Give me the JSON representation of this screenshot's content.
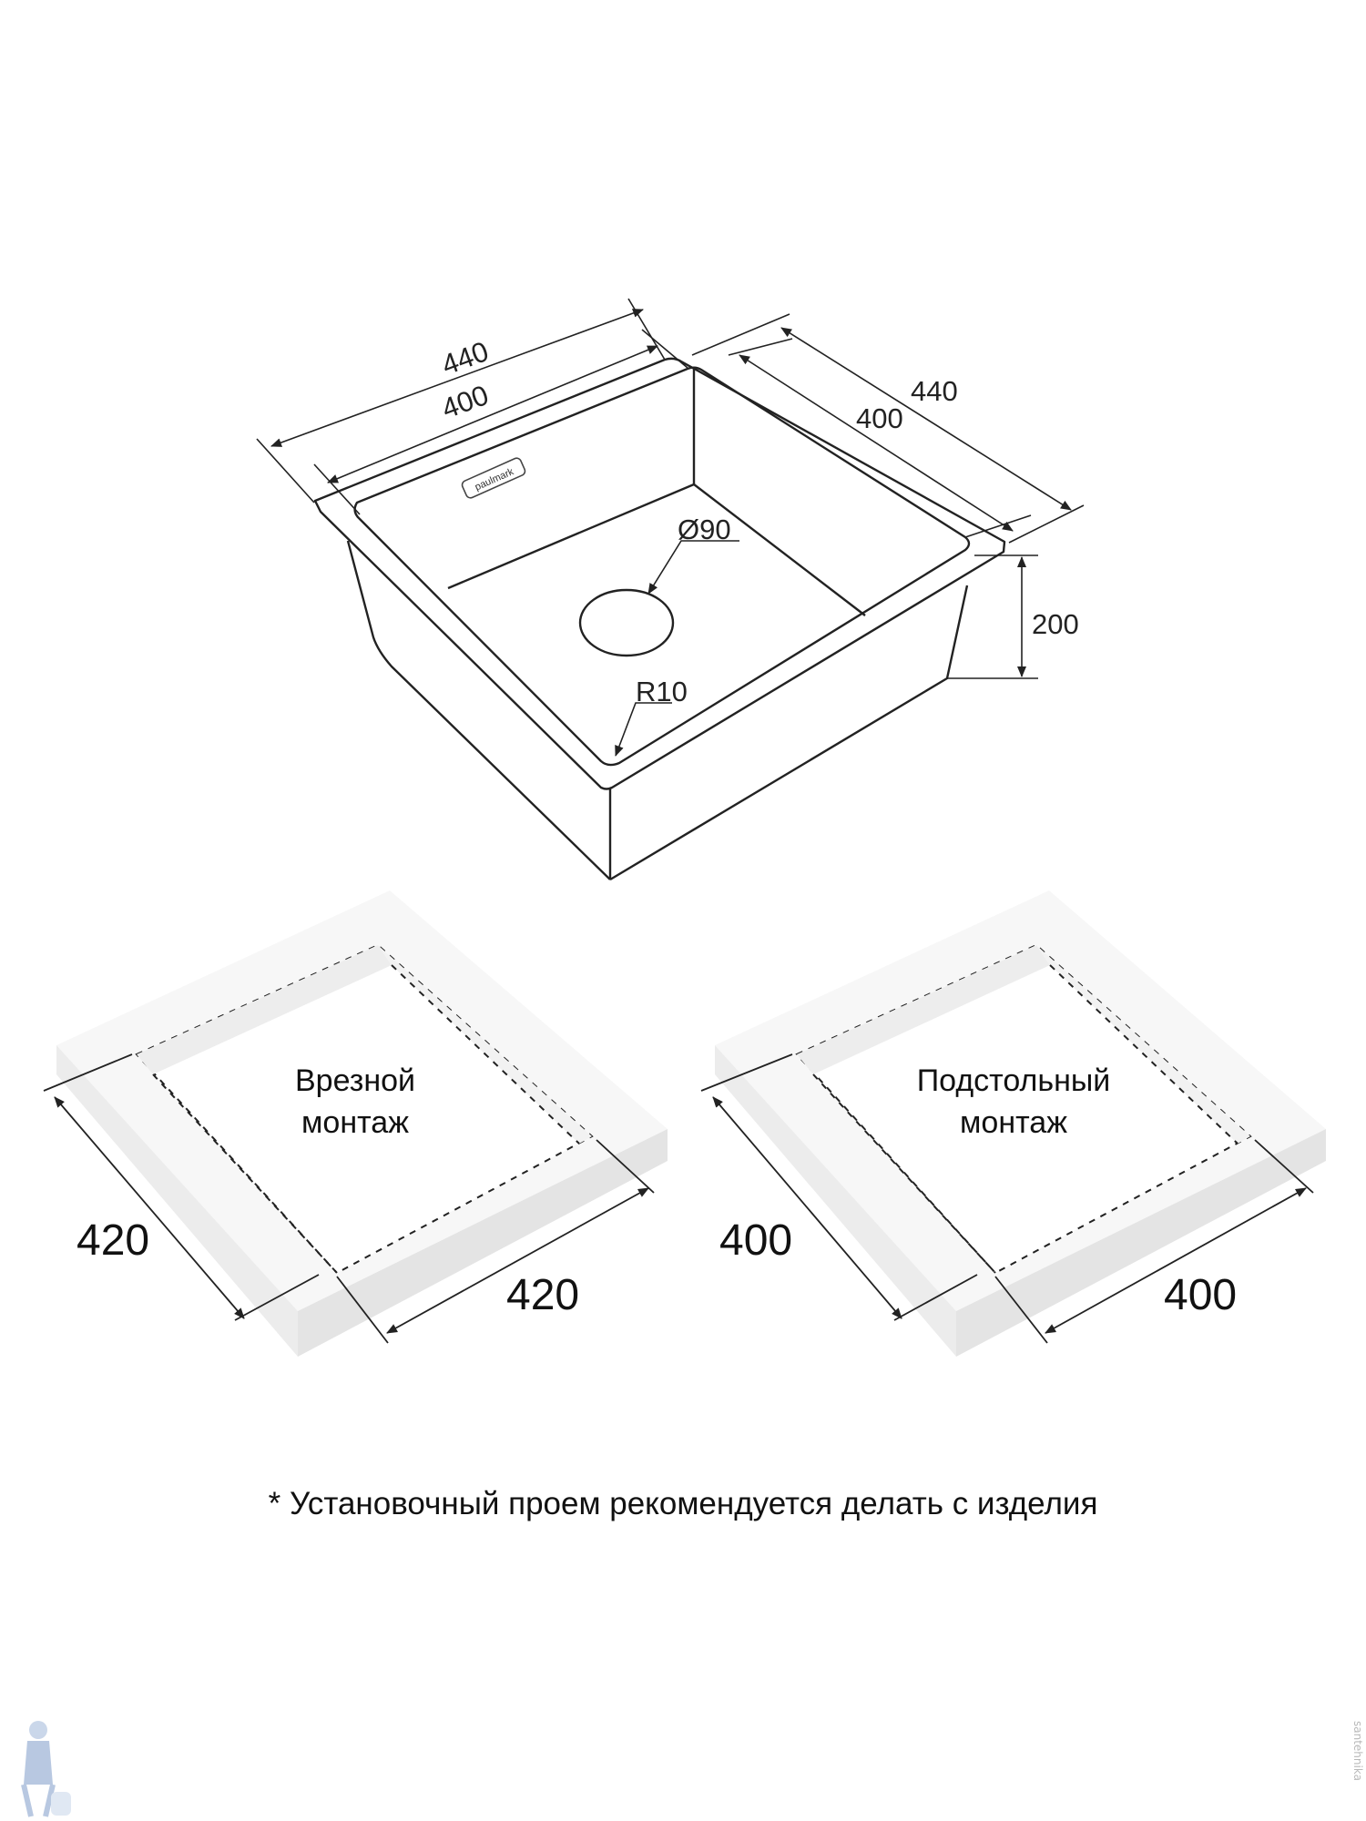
{
  "sink": {
    "brand_plate": "paulmark",
    "dims": {
      "overall_width": "440",
      "bowl_width": "400",
      "overall_depth": "440",
      "bowl_depth": "400",
      "drain_diameter": "Ø90",
      "corner_radius": "R10",
      "height": "200"
    }
  },
  "cutouts": [
    {
      "label_line1": "Врезной",
      "label_line2": "монтаж",
      "dim_left": "420",
      "dim_bottom": "420"
    },
    {
      "label_line1": "Подстольный",
      "label_line2": "монтаж",
      "dim_left": "400",
      "dim_bottom": "400"
    }
  ],
  "footnote": "* Установочный проем рекомендуется делать с изделия",
  "watermark_side": "santehnika"
}
